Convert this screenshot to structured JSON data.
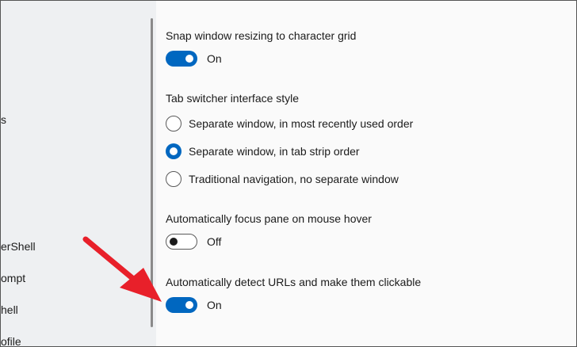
{
  "sidebar": {
    "items": [
      {
        "label": "s"
      },
      {
        "label": "erShell"
      },
      {
        "label": "ompt"
      },
      {
        "label": "hell"
      },
      {
        "label": "ofile"
      }
    ]
  },
  "settings": {
    "snap": {
      "label": "Snap window resizing to character grid",
      "state_text": "On"
    },
    "tab_switcher": {
      "label": "Tab switcher interface style",
      "options": [
        {
          "label": "Separate window, in most recently used order"
        },
        {
          "label": "Separate window, in tab strip order"
        },
        {
          "label": "Traditional navigation, no separate window"
        }
      ],
      "selected_index": 1
    },
    "focus_pane": {
      "label": "Automatically focus pane on mouse hover",
      "state_text": "Off"
    },
    "detect_urls": {
      "label": "Automatically detect URLs and make them clickable",
      "state_text": "On"
    }
  },
  "colors": {
    "accent": "#0067c0",
    "arrow": "#e8202a"
  }
}
